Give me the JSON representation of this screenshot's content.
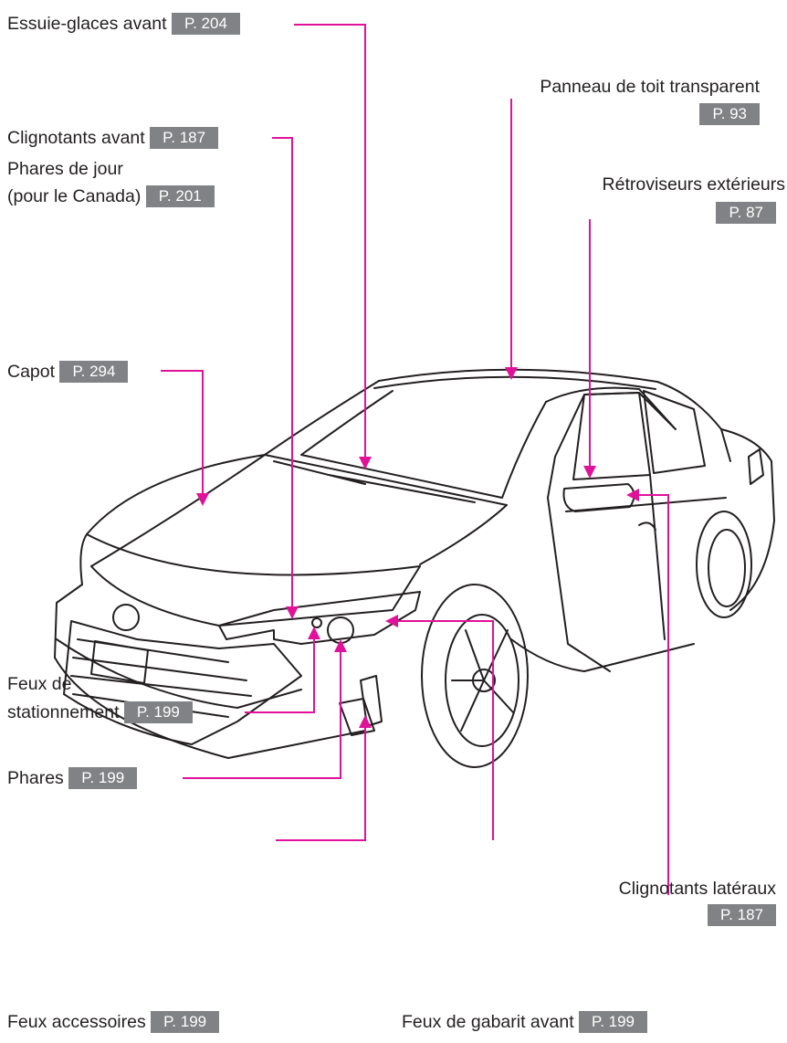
{
  "labels": {
    "essuie_glaces": {
      "text": "Essuie-glaces avant",
      "page": "P. 204"
    },
    "toit": {
      "text": "Panneau de toit transparent",
      "page": "P. 93"
    },
    "clignotants_avant": {
      "text": "Clignotants avant",
      "page": "P. 187"
    },
    "phares_jour_line1": {
      "text": "Phares de jour"
    },
    "phares_jour_line2": {
      "text": "(pour le Canada)",
      "page": "P. 201"
    },
    "retroviseurs": {
      "text": "Rétroviseurs extérieurs",
      "page": "P. 87"
    },
    "capot": {
      "text": "Capot",
      "page": "P. 294"
    },
    "feux_stationnement_line1": {
      "text": "Feux de"
    },
    "feux_stationnement_line2": {
      "text": "stationnement",
      "page": "P. 199"
    },
    "clignotants_lateraux": {
      "text": "Clignotants latéraux",
      "page": "P. 187"
    },
    "phares": {
      "text": "Phares",
      "page": "P. 199"
    },
    "feux_accessoires": {
      "text": "Feux accessoires",
      "page": "P. 199"
    },
    "feux_gabarit": {
      "text": "Feux de gabarit avant",
      "page": "P. 199"
    }
  },
  "colors": {
    "leader": "#e0129a",
    "page_box": "#808285",
    "text": "#231f20",
    "line_art": "#231f20"
  }
}
